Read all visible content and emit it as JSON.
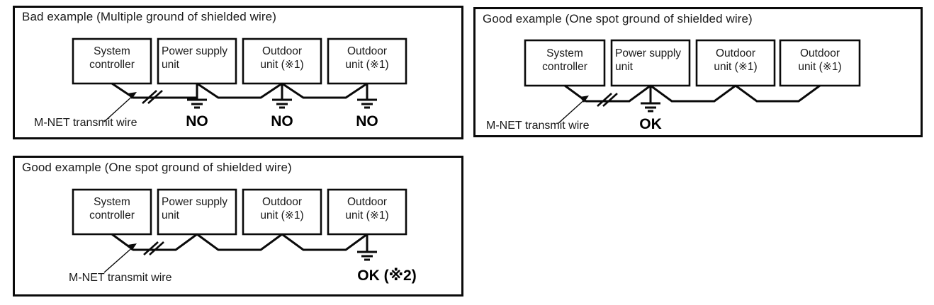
{
  "page": {
    "background": "#ffffff",
    "line_color": "#0a0a0a",
    "text_color": "#1a1a1a"
  },
  "panels": [
    {
      "id": "bad-example",
      "title": "Bad example (Multiple ground of shielded wire)",
      "boxes": [
        {
          "id": "system-controller",
          "lines": [
            "System",
            "controller"
          ],
          "align": "center"
        },
        {
          "id": "power-supply-unit",
          "lines": [
            "Power supply",
            "unit"
          ],
          "align": "left"
        },
        {
          "id": "outdoor-unit-1",
          "lines": [
            "Outdoor",
            "unit (※1)"
          ],
          "align": "center"
        },
        {
          "id": "outdoor-unit-2",
          "lines": [
            "Outdoor",
            "unit (※1)"
          ],
          "align": "center"
        }
      ],
      "wire_label": "M-NET transmit wire",
      "grounds": [
        {
          "at": "power-supply-unit",
          "verdict": "NO"
        },
        {
          "at": "outdoor-unit-1",
          "verdict": "NO"
        },
        {
          "at": "outdoor-unit-2",
          "verdict": "NO"
        }
      ]
    },
    {
      "id": "good-example-top",
      "title": "Good example (One spot ground of shielded wire)",
      "boxes": [
        {
          "id": "system-controller",
          "lines": [
            "System",
            "controller"
          ],
          "align": "center"
        },
        {
          "id": "power-supply-unit",
          "lines": [
            "Power supply",
            "unit"
          ],
          "align": "left"
        },
        {
          "id": "outdoor-unit-1",
          "lines": [
            "Outdoor",
            "unit (※1)"
          ],
          "align": "center"
        },
        {
          "id": "outdoor-unit-2",
          "lines": [
            "Outdoor",
            "unit (※1)"
          ],
          "align": "center"
        }
      ],
      "wire_label": "M-NET transmit wire",
      "grounds": [
        {
          "at": "power-supply-unit",
          "verdict": "OK"
        }
      ]
    },
    {
      "id": "good-example-bottom",
      "title": "Good example (One spot ground of shielded wire)",
      "boxes": [
        {
          "id": "system-controller",
          "lines": [
            "System",
            "controller"
          ],
          "align": "center"
        },
        {
          "id": "power-supply-unit",
          "lines": [
            "Power supply",
            "unit"
          ],
          "align": "left"
        },
        {
          "id": "outdoor-unit-1",
          "lines": [
            "Outdoor",
            "unit (※1)"
          ],
          "align": "center"
        },
        {
          "id": "outdoor-unit-2",
          "lines": [
            "Outdoor",
            "unit (※1)"
          ],
          "align": "center"
        }
      ],
      "wire_label": "M-NET transmit wire",
      "grounds": [
        {
          "at": "outdoor-unit-2",
          "verdict": "OK (※2)"
        }
      ]
    }
  ]
}
